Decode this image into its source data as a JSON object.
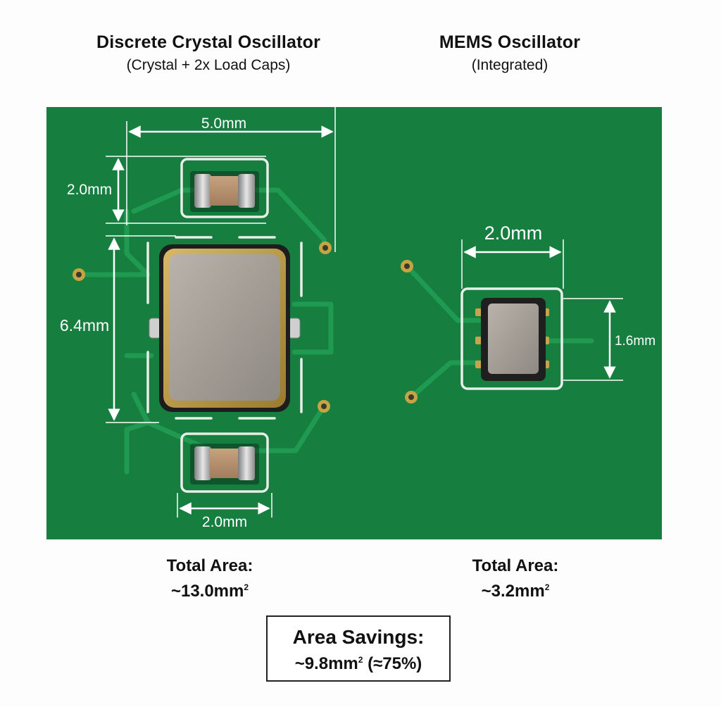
{
  "left_column": {
    "title": "Discrete Crystal Oscillator",
    "subtitle": "(Crystal + 2x Load Caps)",
    "dim_width": "5.0mm",
    "dim_cap_height": "2.0mm",
    "dim_crystal_height": "6.4mm",
    "dim_cap_width": "2.0mm",
    "total_area_label": "Total Area:",
    "total_area_value": "~13.0mm",
    "total_area_sup": "2"
  },
  "right_column": {
    "title": "MEMS Oscillator",
    "subtitle": "(Integrated)",
    "dim_width": "2.0mm",
    "dim_height": "1.6mm",
    "total_area_label": "Total Area:",
    "total_area_value": "~3.2mm",
    "total_area_sup": "2"
  },
  "savings": {
    "label": "Area Savings:",
    "value_pre": "~9.8mm",
    "value_sup": "2",
    "value_post": " (≈75%)"
  },
  "colors": {
    "pcb_green": "#167e3f",
    "trace_green": "#1f9a50",
    "silkscreen": "#e8efe9",
    "gold": "#b08d3a"
  }
}
